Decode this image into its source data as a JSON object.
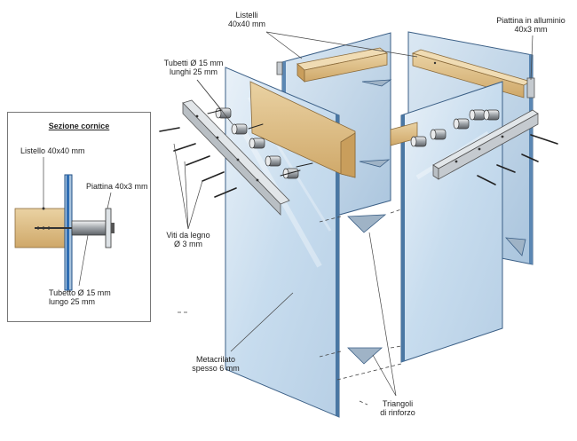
{
  "diagram": {
    "inset": {
      "title": "Sezione cornice",
      "labels": {
        "listello": "Listello 40x40 mm",
        "piattina": "Piattina 40x3 mm",
        "tubetto_1": "Tubetto Ø 15 mm",
        "tubetto_2": "lungo 25 mm"
      }
    },
    "labels": {
      "listelli_1": "Listelli",
      "listelli_2": "40x40 mm",
      "piattina_1": "Piattina in alluminio",
      "piattina_2": "40x3 mm",
      "tubetti_1": "Tubetti Ø 15 mm",
      "tubetti_2": "lunghi 25 mm",
      "viti_1": "Viti da legno",
      "viti_2": "Ø 3 mm",
      "metacrilato_1": "Metacrilato",
      "metacrilato_2": "spesso 6 mm",
      "triangoli_1": "Triangoli",
      "triangoli_2": "di rinforzo"
    },
    "colors": {
      "acrylic": "#cfe0ef",
      "acrylic_edge": "#3b5f86",
      "wood": "#e2c48e",
      "wood_dark": "#b08a52",
      "aluminium": "#dde2e6",
      "tube": "#8a8f94",
      "screw": "#333333"
    }
  }
}
